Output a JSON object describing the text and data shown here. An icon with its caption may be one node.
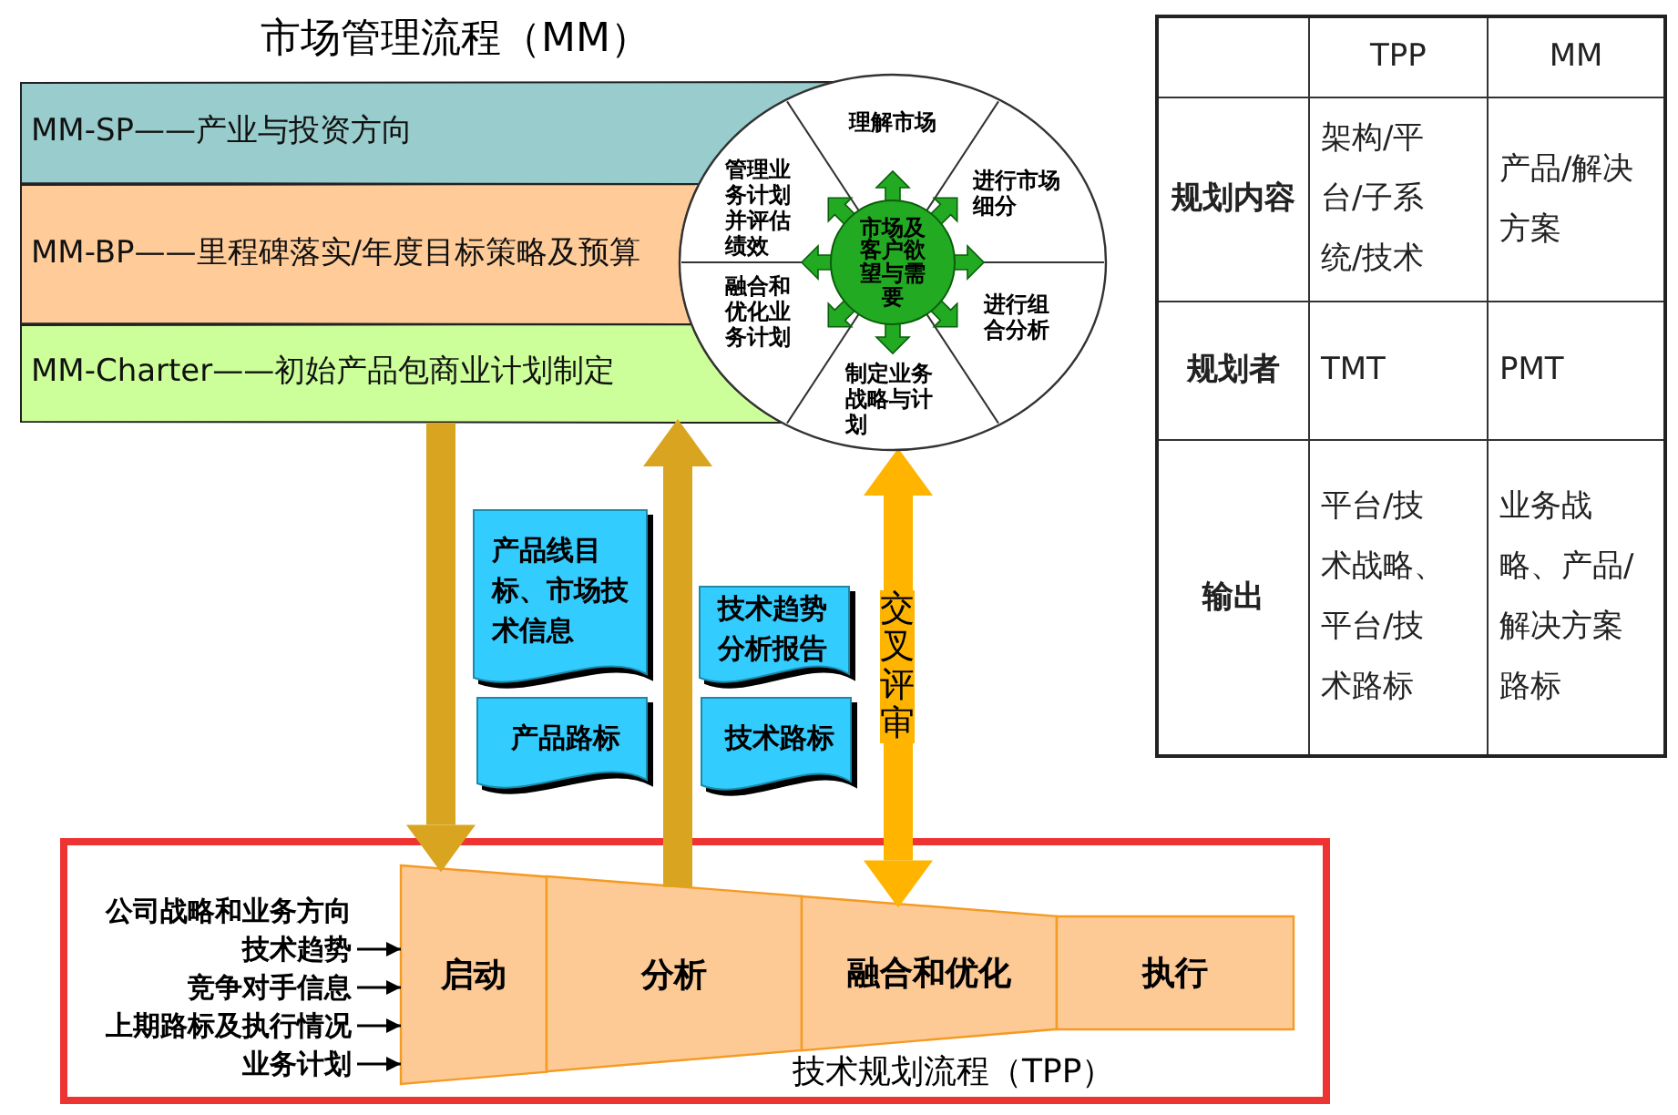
{
  "diagram": {
    "title": "市场管理流程（MM）",
    "nodes": [
      {
        "text": [
          "MM-SP——产业与投资方向"
        ]
      },
      {
        "text": [
          "MM-BP——里程碑落实/年度目标策略及预算"
        ]
      },
      {
        "text": [
          "MM-Charter——初始产品包商业计划制定"
        ]
      },
      {
        "text": [],
        "shape": "circle"
      },
      {
        "text": [
          "理解市场"
        ],
        "in": 3
      },
      {
        "text": [
          "进行市场细分"
        ],
        "in": 3
      },
      {
        "text": [
          "进行组合分析"
        ],
        "in": 3
      },
      {
        "text": [
          "制定业务战略与计划"
        ],
        "in": 3
      },
      {
        "text": [
          "融合和优化业务计划"
        ],
        "in": 3
      },
      {
        "text": [
          "管理业务计划并评估绩效"
        ],
        "in": 3
      },
      {
        "text": [
          "市场及客户欲望与需要"
        ],
        "in": 3
      },
      {
        "text": [
          "产品线目标、市场技术信息"
        ]
      },
      {
        "text": [
          "产品路标"
        ]
      },
      {
        "text": [
          "技术趋势分析报告"
        ]
      },
      {
        "text": [
          "技术路标"
        ]
      },
      {
        "text": [
          "技术规划流程（TPP）"
        ]
      },
      {
        "text": [
          "公司战略和业务方向"
        ],
        "in": 15
      },
      {
        "text": [
          "技术趋势"
        ],
        "in": 15
      },
      {
        "text": [
          "竞争对手信息"
        ],
        "in": 15
      },
      {
        "text": [
          "上期路标及执行情况"
        ],
        "in": 15
      },
      {
        "text": [
          "业务计划"
        ],
        "in": 15
      },
      {
        "text": [
          "启动"
        ],
        "in": 15
      },
      {
        "text": [
          "分析"
        ],
        "in": 15
      },
      {
        "text": [
          "融合和优化"
        ],
        "in": 15
      },
      {
        "text": [
          "执行"
        ],
        "in": 15
      }
    ],
    "edges": [
      {
        "from": 2,
        "to": 21,
        "arrow": "to",
        "style": "thick",
        "color": "#d9a520"
      },
      {
        "from": 22,
        "to": 2,
        "arrow": "to",
        "style": "thick",
        "color": "#d9a520"
      },
      {
        "from": 3,
        "to": 23,
        "arrow": "both",
        "style": "thick",
        "color": "#ffb400",
        "label": "交叉评审"
      },
      {
        "from": 17,
        "to": 21,
        "arrow": "to"
      },
      {
        "from": 18,
        "to": 21,
        "arrow": "to"
      },
      {
        "from": 19,
        "to": 21,
        "arrow": "to"
      },
      {
        "from": 20,
        "to": 21,
        "arrow": "to"
      }
    ],
    "labels": [
      "TPP",
      "MM",
      "规划内容",
      "架构/平台/子系统/技术",
      "产品/解决方案",
      "规划者",
      "TMT",
      "PMT",
      "输出",
      "平台/技术战略、平台/技术路标",
      "业务战略、产品/解决方案路标"
    ]
  }
}
